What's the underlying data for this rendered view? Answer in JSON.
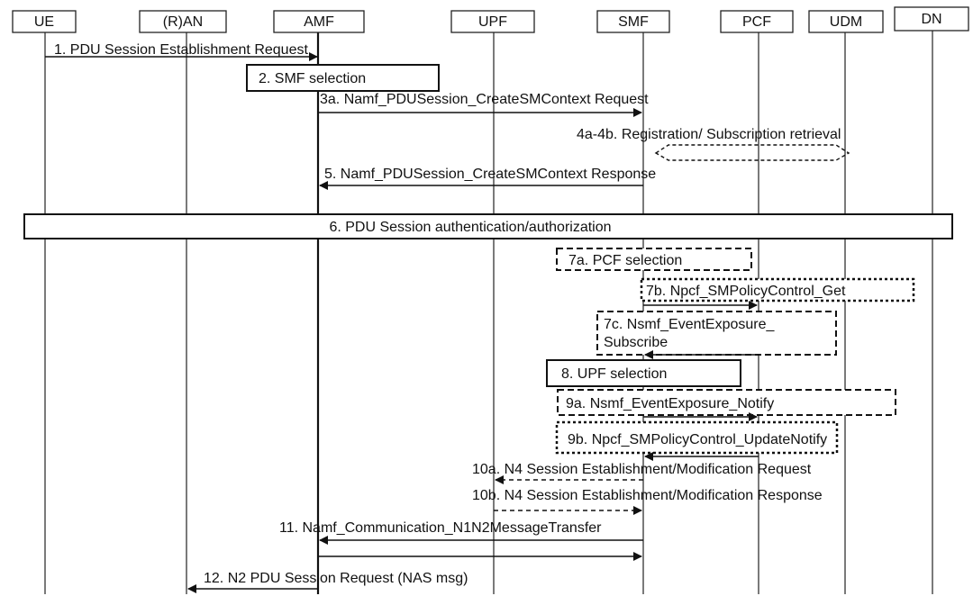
{
  "entities": [
    "UE",
    "(R)AN",
    "AMF",
    "UPF",
    "SMF",
    "PCF",
    "UDM",
    "DN"
  ],
  "messages": {
    "m1": "1. PDU Session Establishment Request",
    "m3a": "3a. Namf_PDUSession_CreateSMContext Request",
    "m4": "4a-4b.  Registration/ Subscription retrieval",
    "m5": "5. Namf_PDUSession_CreateSMContext Response",
    "m10a": "10a. N4 Session Establishment/Modification Request",
    "m10b": "10b. N4 Session Establishment/Modification Response",
    "m11": "11. Namf_Communication_N1N2MessageTransfer",
    "m12": "12. N2 PDU Session Request (NAS msg)"
  },
  "steps": {
    "s2": "2. SMF selection",
    "s6": "6. PDU Session authentication/authorization",
    "s7a": "7a. PCF selection",
    "s7b": "7b. Npcf_SMPolicyControl_Get",
    "s7c_line1": "7c. Nsmf_EventExposure_",
    "s7c_line2": "Subscribe",
    "s8": "8. UPF selection",
    "s9a": "9a. Nsmf_EventExposure_Notify",
    "s9b": "9b. Npcf_SMPolicyControl_UpdateNotify"
  }
}
